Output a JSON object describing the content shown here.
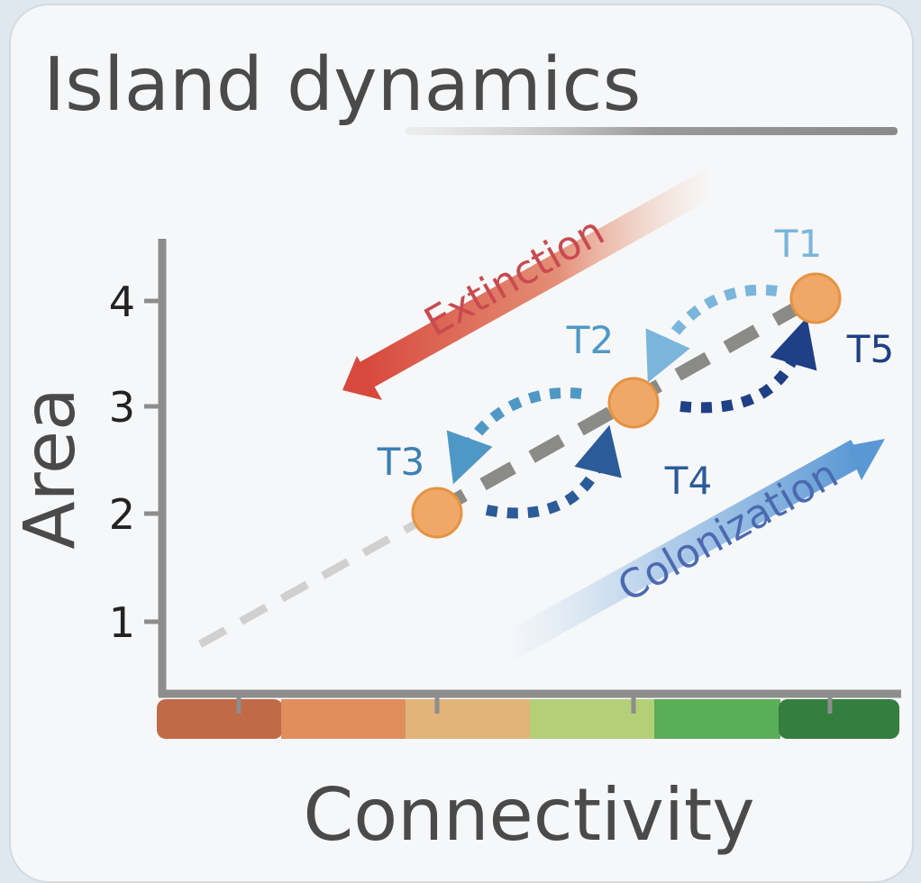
{
  "title": "Island dynamics",
  "xlabel": "Connectivity",
  "ylabel": "Area",
  "y_ticks": [
    "1",
    "2",
    "3",
    "4"
  ],
  "connectivity_colors": [
    "#c06a47",
    "#df8e5c",
    "#e3b479",
    "#b3cf78",
    "#5aae57",
    "#347e3e"
  ],
  "nodes": [
    {
      "id": "T1",
      "label": "T1",
      "area": 4,
      "color": "#7ab6db"
    },
    {
      "id": "T2",
      "label": "T2",
      "area": 3,
      "color": "#4f98c6"
    },
    {
      "id": "T3",
      "label": "T3",
      "area": 2,
      "color": "#3b80b4"
    },
    {
      "id": "T4",
      "label": "T4",
      "area": 3,
      "color": "#2b5b98"
    },
    {
      "id": "T5",
      "label": "T5",
      "area": 4,
      "color": "#1f3f86"
    }
  ],
  "node_fill": "#f0a868",
  "node_stroke": "#e59342",
  "arrows": {
    "extinction": {
      "label": "Extinction",
      "color": "#d95a4a"
    },
    "colonization": {
      "label": "Colonization",
      "color": "#4f7fc0"
    }
  }
}
